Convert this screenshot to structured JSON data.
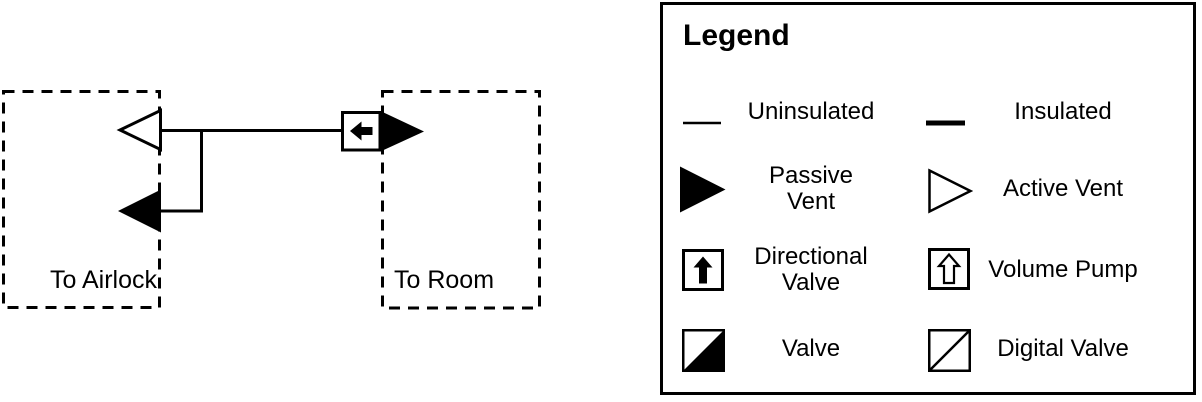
{
  "colors": {
    "ink": "#000000",
    "bg": "#ffffff"
  },
  "diagram": {
    "airlock_label": "To Airlock",
    "room_label": "To Room"
  },
  "legend": {
    "title": "Legend",
    "items": [
      {
        "symbol": "uninsulated-line",
        "label": "Uninsulated"
      },
      {
        "symbol": "insulated-line",
        "label": "Insulated"
      },
      {
        "symbol": "passive-vent",
        "label": "Passive Vent"
      },
      {
        "symbol": "active-vent",
        "label": "Active Vent"
      },
      {
        "symbol": "directional-valve",
        "label": "Directional Valve"
      },
      {
        "symbol": "volume-pump",
        "label": "Volume Pump"
      },
      {
        "symbol": "valve",
        "label": "Valve"
      },
      {
        "symbol": "digital-valve",
        "label": "Digital Valve"
      }
    ]
  }
}
